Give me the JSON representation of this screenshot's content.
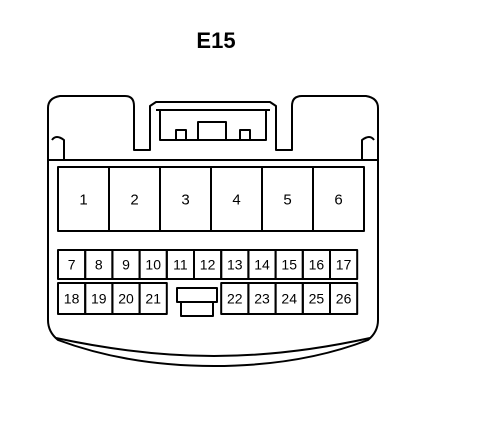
{
  "connector": {
    "title": "E15",
    "upper_row": [
      "1",
      "2",
      "3",
      "4",
      "5",
      "6"
    ],
    "lower_row_a": [
      "7",
      "8",
      "9",
      "10",
      "11",
      "12",
      "13",
      "14",
      "15",
      "16",
      "17"
    ],
    "lower_row_b_left": [
      "18",
      "19",
      "20",
      "21"
    ],
    "lower_row_b_right": [
      "22",
      "23",
      "24",
      "25",
      "26"
    ]
  }
}
